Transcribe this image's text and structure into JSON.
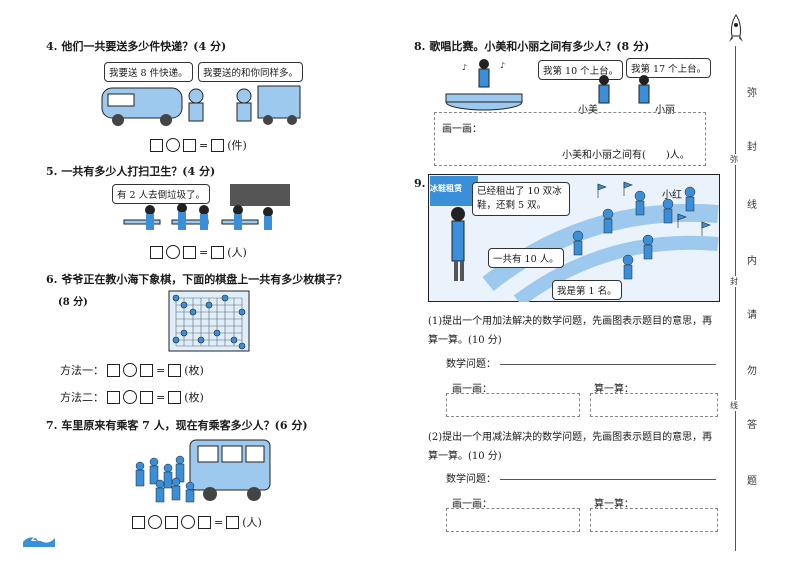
{
  "left": {
    "q4": {
      "title": "4. 他们一共要送多少件快递？(4 分)",
      "bubble_a": "我要送 8 件快递。",
      "bubble_b": "我要送的和你同样多。",
      "unit": "(件)"
    },
    "q5": {
      "title": "5. 一共有多少人打扫卫生？(4 分)",
      "bubble": "有 2 人去倒垃圾了。",
      "unit": "(人)"
    },
    "q6": {
      "title": "6. 爷爷正在教小海下象棋，下面的棋盘上一共有多少枚棋子？",
      "score": "(8 分)",
      "method1": "方法一：",
      "method2": "方法二：",
      "unit": "(枚)"
    },
    "q7": {
      "title": "7. 车里原来有乘客 7 人，现在有乘客多少人？(6 分)",
      "unit": "(人)"
    },
    "page_number": "28"
  },
  "right": {
    "q8": {
      "title": "8. 歌唱比赛。小美和小丽之间有多少人？(8 分)",
      "bubble_a": "我第 10 个上台。",
      "bubble_b": "我第 17 个上台。",
      "name_a": "小美",
      "name_b": "小丽",
      "draw": "画一画：",
      "answer": "小美和小丽之间有(　　)人。"
    },
    "q9": {
      "title": "9.",
      "bubble_a": "已经租出了 10 双冰鞋，还剩 5 双。",
      "bubble_b": "一共有 10 人。",
      "bubble_c": "我是第 1 名。",
      "name": "小红",
      "sign": "冰鞋租赁",
      "part1": "(1)提出一个用加法解决的数学问题，先画图表示题目的意思，再算一算。(10 分)",
      "part2": "(2)提出一个用减法解决的数学问题，先画图表示题目的意思，再算一算。(10 分)",
      "problem": "数学问题：",
      "draw": "画一画：",
      "calc": "算一算："
    }
  },
  "binding": [
    "弥",
    "封",
    "线",
    "内",
    "请",
    "勿",
    "答",
    "题"
  ],
  "binding_small": [
    "弥",
    "封",
    "线"
  ],
  "colors": {
    "accent": "#3a8fd8",
    "illus": "#9ec9ef"
  }
}
